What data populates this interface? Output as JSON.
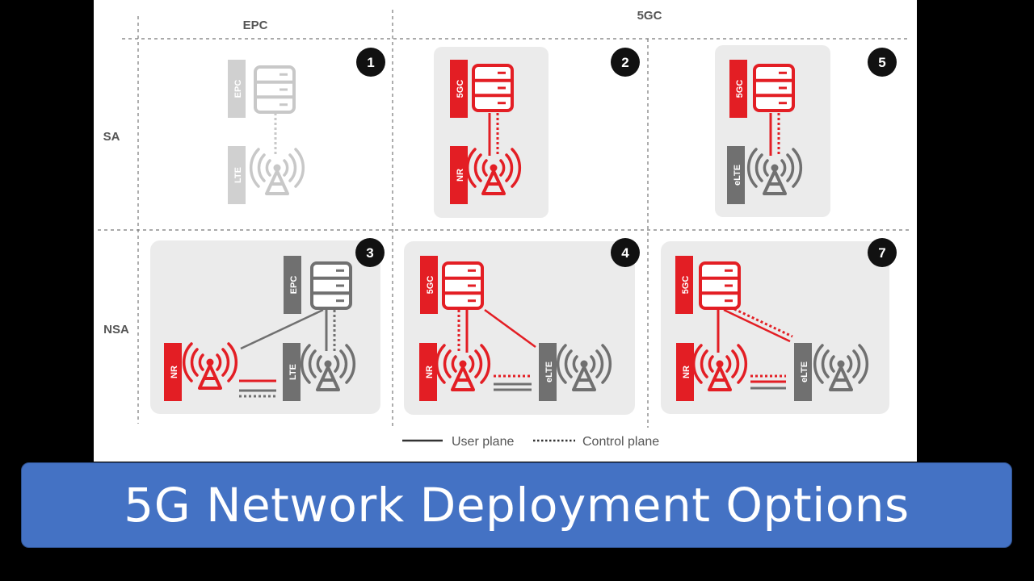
{
  "columns": {
    "epc": "EPC",
    "fivegc": "5GC"
  },
  "rows": {
    "sa": "SA",
    "nsa": "NSA"
  },
  "labels": {
    "epc": "EPC",
    "lte": "LTE",
    "fivegc": "5GC",
    "nr": "NR",
    "elte": "eLTE"
  },
  "options": [
    {
      "number": "1",
      "core": "EPC",
      "access": [
        "LTE"
      ],
      "highlighted": false
    },
    {
      "number": "2",
      "core": "5GC",
      "access": [
        "NR"
      ],
      "highlighted": true
    },
    {
      "number": "5",
      "core": "5GC",
      "access": [
        "eLTE"
      ],
      "highlighted": true
    },
    {
      "number": "3",
      "core": "EPC",
      "access": [
        "NR",
        "LTE"
      ],
      "highlighted": false
    },
    {
      "number": "4",
      "core": "5GC",
      "access": [
        "NR",
        "eLTE"
      ],
      "highlighted": true
    },
    {
      "number": "7",
      "core": "5GC",
      "access": [
        "NR",
        "eLTE"
      ],
      "highlighted": true
    }
  ],
  "legend": {
    "user_plane": "User plane",
    "control_plane": "Control plane"
  },
  "title": "5G Network Deployment Options",
  "colors": {
    "red": "#e31e24",
    "gray": "#707070",
    "light_gray": "#c8c8c8",
    "panel_bg": "#ebebeb",
    "banner": "#4472c4"
  }
}
